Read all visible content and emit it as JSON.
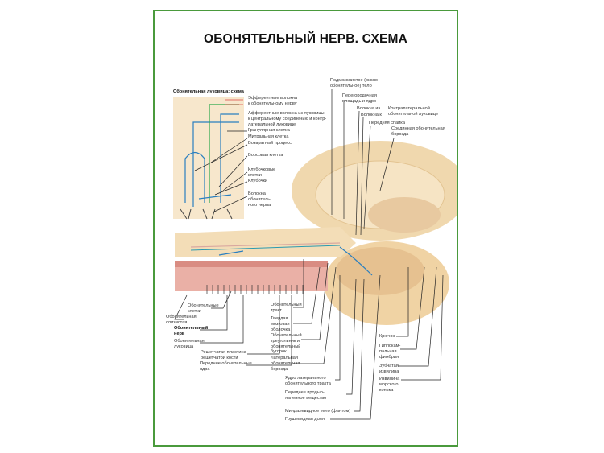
{
  "title": "ОБОНЯТЕЛЬНЫЙ НЕРВ. СХЕМА",
  "colors": {
    "frame": "#4a9a3c",
    "tissue": "#f2dcb4",
    "mucosa": "#e8a8a0",
    "fibers_blue": "#2a7fc0",
    "fibers_green": "#2aa84a"
  },
  "inset": {
    "title": "Обонятельная луковица: схема",
    "labels": [
      "Эфферентные волокна\nк обонятельному нерву",
      "Афферентные волокна из луковицы\nк центральному соединению и контр-\nлатеральной луковице",
      "Гранулярная клетка",
      "Митральная клетка",
      "Возвратный процесс",
      "Ворсовая клетка",
      "Клубочковые\nклетки",
      "Клубочки",
      "Волокна\nобонятель-\nного нерва"
    ]
  },
  "top_labels": [
    "Подмозолистое (около-\nобонятельное) тело",
    "Перегородочная\nплощадь и ядро",
    "Волокна из",
    "Волокна к",
    "Контралатеральной\nобонятельной луковице",
    "Передняя спайка",
    "Срединная обонятельная\nборозда"
  ],
  "left_labels": [
    "Обонятельные\nклетки",
    "Обонятельная\nслизистая",
    "Обонятельный\nнерв",
    "Обонятельная\nлуковица",
    "Решетчатая пластина\nрешетчатой кости",
    "Передние обонятельные\nядра"
  ],
  "middle_labels": [
    "Обонятельный\nтракт",
    "Твердая\nмозговая\nоболочка",
    "Обонятельный\nтреугольник и\nобонятельный\nбугорок",
    "Латеральная\nобонятельная\nборозда",
    "Ядро латерального\nобонятельного тракта",
    "Переднее продыр-\nявленное вещество",
    "Миндалевидное тело (фантом)",
    "Грушевидная доля"
  ],
  "right_labels": [
    "Крючок",
    "Гиппокам-\nпальная\nфимбрия",
    "Зубчатая\nизвилина",
    "Извилина\nморского\nконька"
  ]
}
